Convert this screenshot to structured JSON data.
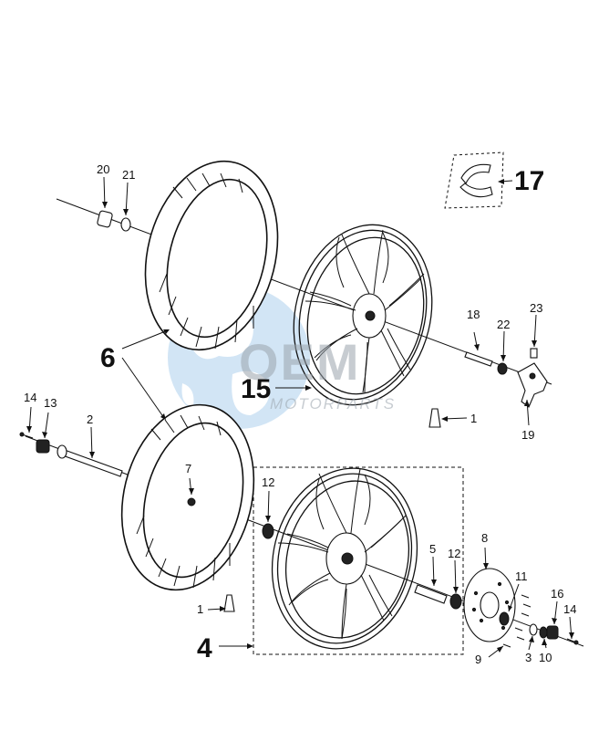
{
  "labels": {
    "l1a": "1",
    "l1b": "1",
    "l2": "2",
    "l3": "3",
    "l4": "4",
    "l5": "5",
    "l6": "6",
    "l7": "7",
    "l8": "8",
    "l9": "9",
    "l10": "10",
    "l11": "11",
    "l12a": "12",
    "l12b": "12",
    "l13": "13",
    "l14a": "14",
    "l14b": "14",
    "l15": "15",
    "l16": "16",
    "l17": "17",
    "l18": "18",
    "l19": "19",
    "l20": "20",
    "l21": "21",
    "l22": "22",
    "l23": "23"
  },
  "watermark": {
    "brand": "OEM",
    "subtitle": "MOTORPARTS"
  },
  "colors": {
    "line": "#111111",
    "watermark_globe": "#3a8fd1",
    "watermark_text": "#9aa4ad"
  }
}
